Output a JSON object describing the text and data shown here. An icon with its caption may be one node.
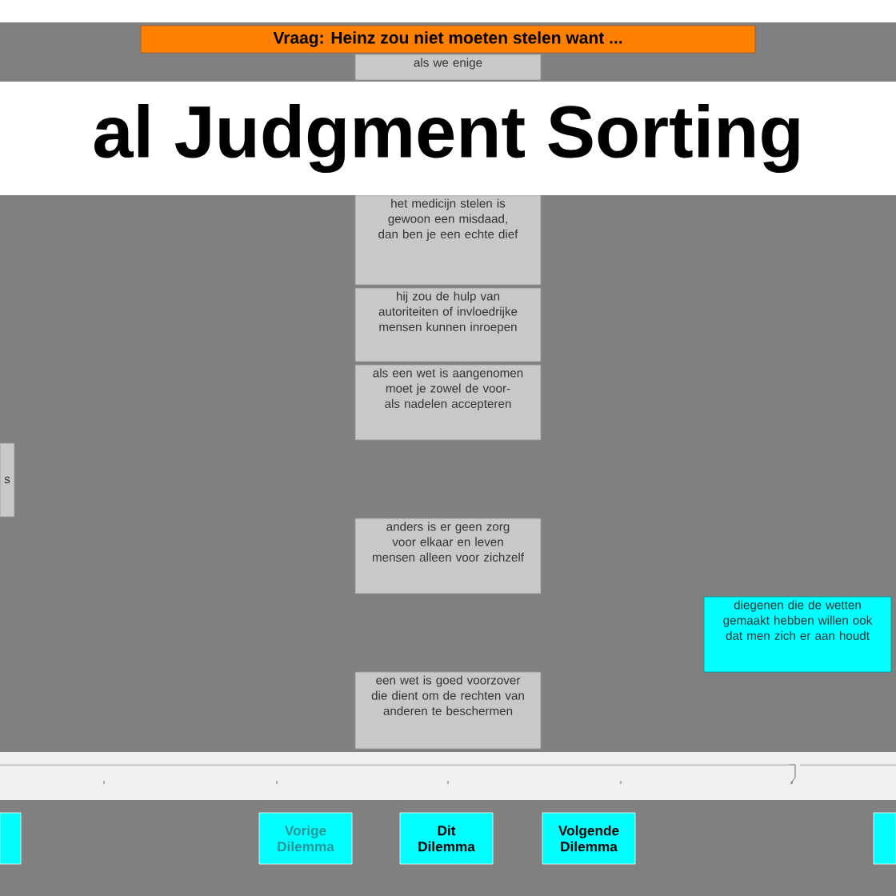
{
  "diagram": {
    "title": "al Judgment Sorting",
    "nodes": [
      {
        "text": [
          "Vraag: Heinz zou niet moeten stelen want ..."
        ]
      },
      {
        "text": [
          "als we enige"
        ]
      },
      {
        "text": [
          "het medicijn stelen is gewoon een misdaad, dan ben je een echte dief"
        ]
      },
      {
        "text": [
          "hij zou de hulp van autoriteiten of invloedrijke mensen kunnen inroepen"
        ]
      },
      {
        "text": [
          "als een wet is aangenomen moet je zowel de voor- als nadelen accepteren"
        ]
      },
      {
        "text": [
          "s"
        ]
      },
      {
        "text": [
          "anders is er geen zorg voor elkaar en leven mensen alleen voor zichzelf"
        ]
      },
      {
        "text": [
          "diegenen die de wetten gemaakt hebben willen ook dat men zich er aan houdt"
        ]
      },
      {
        "text": [
          "een wet is goed voorzover die dient om de rechten van anderen te beschermen"
        ]
      },
      {
        "text": [],
        "shape": "box"
      },
      {
        "text": [
          "Vorige Dilemma"
        ]
      },
      {
        "text": [
          "Dit Dilemma"
        ]
      },
      {
        "text": [
          "Volgende Dilemma"
        ]
      },
      {
        "text": [],
        "shape": "box"
      }
    ]
  }
}
